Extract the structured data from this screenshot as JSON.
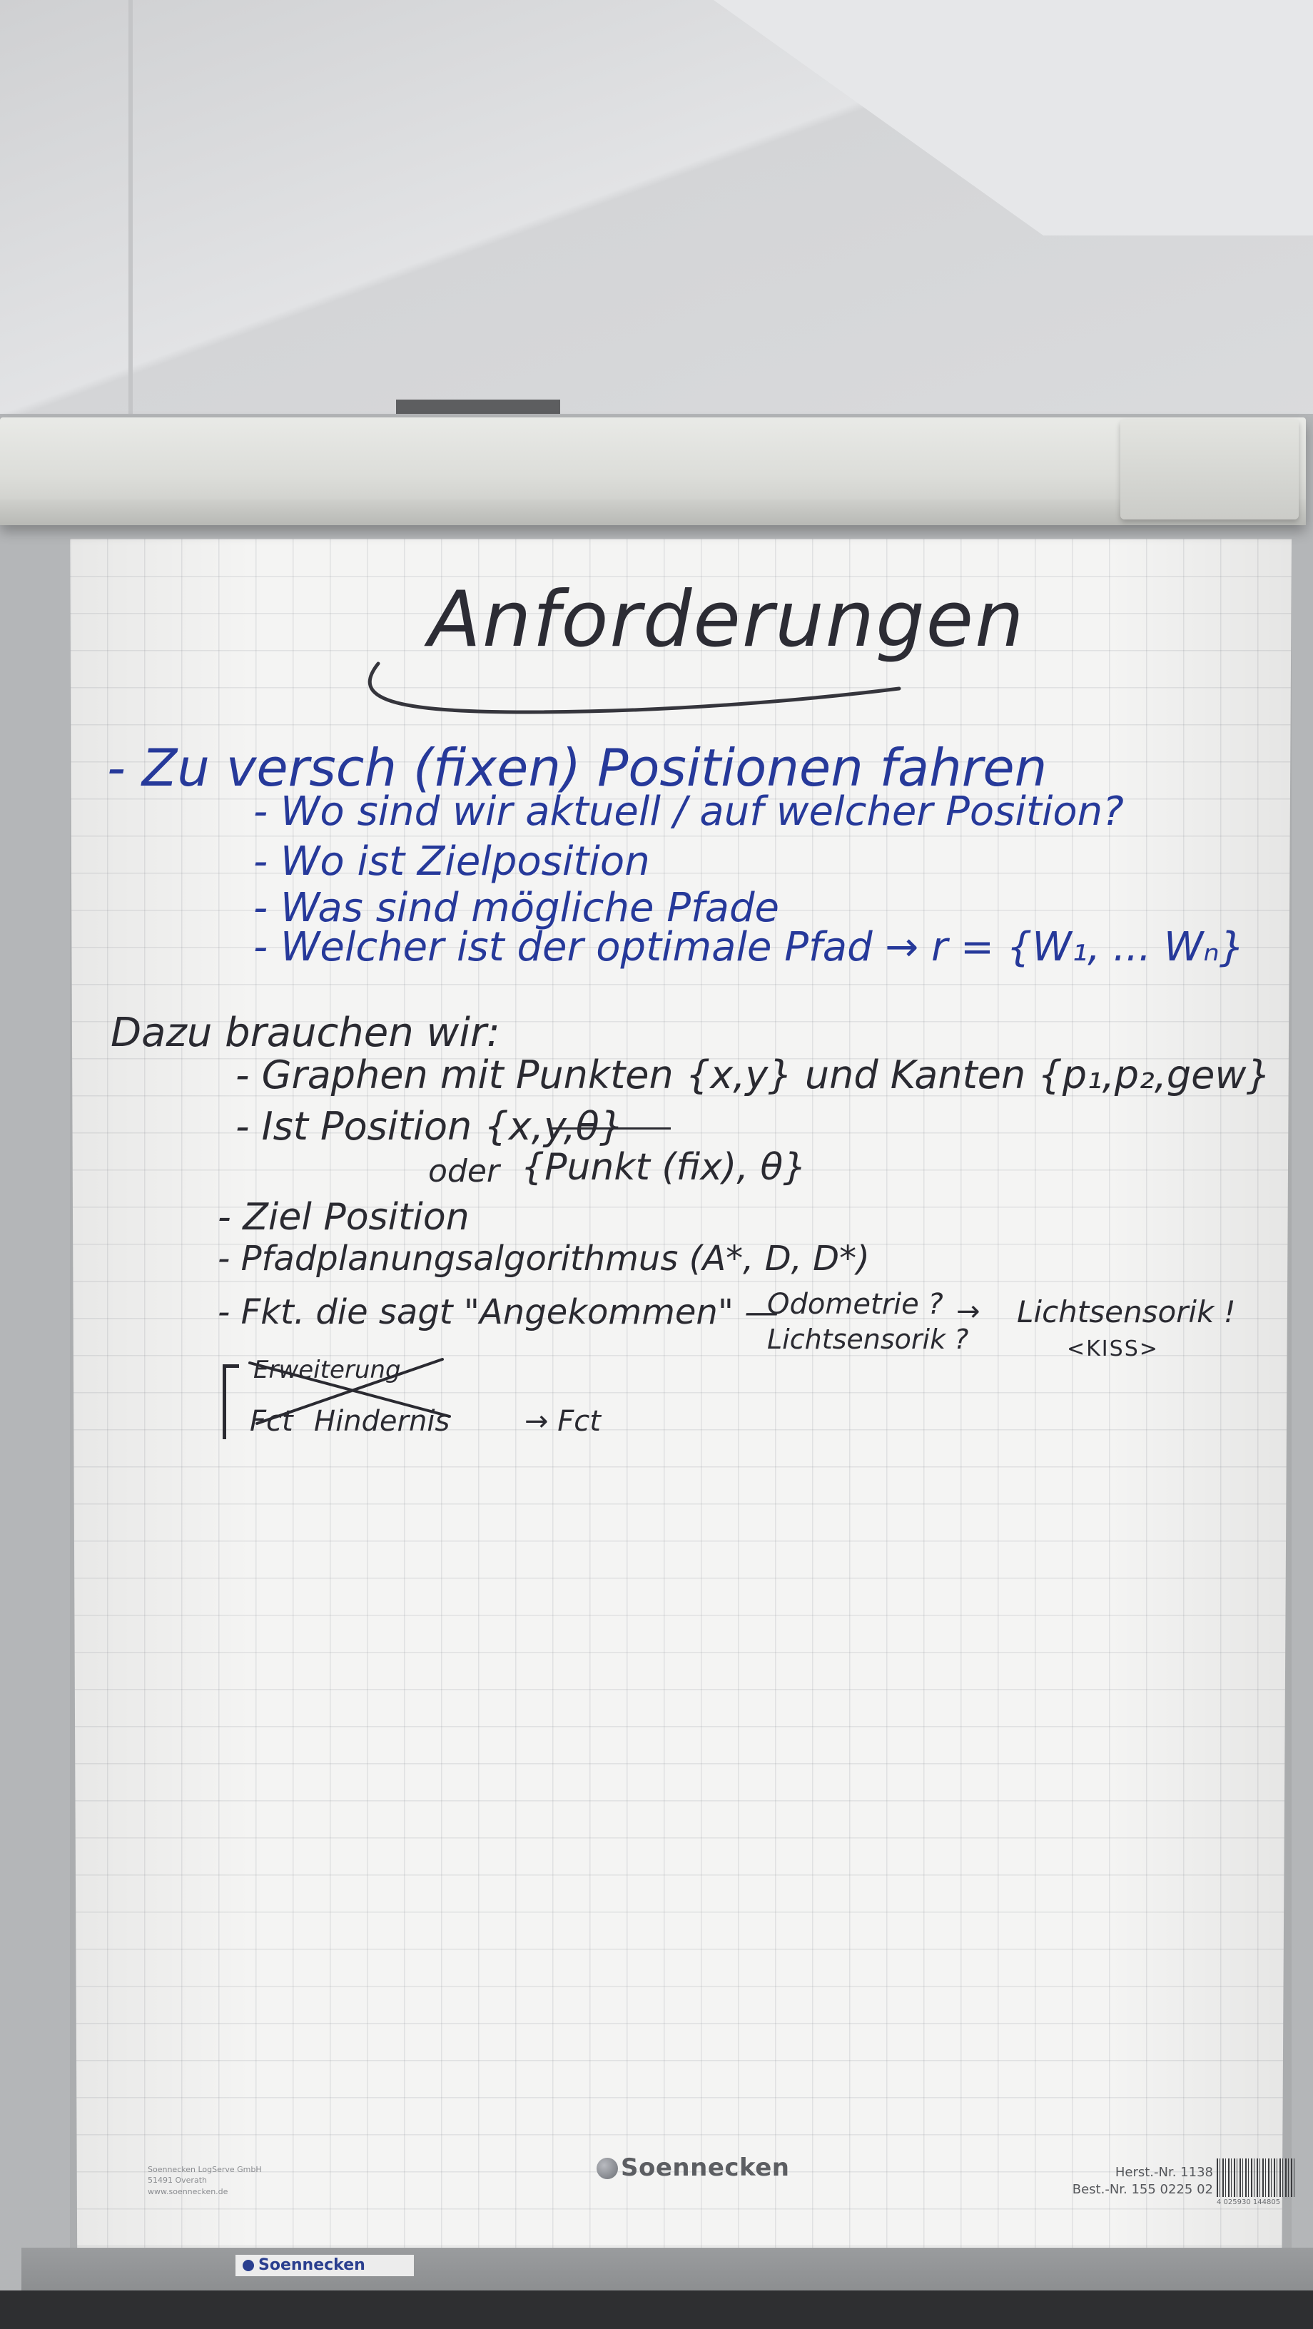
{
  "flipchart": {
    "title": "Anforderungen",
    "blue_section": {
      "heading": "- Zu versch (fixen) Positionen fahren",
      "items": [
        "- Wo sind wir aktuell / auf welcher Position?",
        "- Wo ist Zielposition",
        "- Was sind mögliche Pfade",
        "- Welcher ist der optimale Pfad → r = {W₁, ... Wₙ}"
      ]
    },
    "black_section": {
      "heading": "Dazu brauchen wir:",
      "graph_item": "- Graphen mit Punkten {x,y} und Kanten {p₁,p₂,gew}",
      "ist_position": "- Ist Position {x,y,θ}",
      "oder": "oder",
      "ist_position_alt": "{Punkt (fix), θ}",
      "ziel_position": "- Ziel Position",
      "pfadplanung": "- Pfadplanungsalgorithmus (A*, D, D*)",
      "fkt": "- Fkt. die sagt \"Angekommen\" —",
      "odometrie": "Odometrie ?",
      "lichtsensorik_q": "Lichtsensorik ?",
      "arrow": "→",
      "lichtsensorik_ex": "Lichtsensorik !",
      "kiss": "<KISS>"
    },
    "crossed_section": {
      "erweiterung": "Erweiterung",
      "fct": "Fct",
      "hindernis": "Hindernis",
      "arrow_fct": "→ Fct"
    }
  },
  "paper_footer": {
    "brand": "Soennecken",
    "company_lines": [
      "Soennecken LogServe GmbH",
      "51491 Overath",
      "www.soennecken.de"
    ],
    "herst_nr": "Herst.-Nr. 1138",
    "best_nr": "Best.-Nr. 155 0225 02",
    "barcode_number": "4 025930 144805",
    "tab_label": "Soennecken"
  },
  "colors": {
    "blue_ink": "#26399a",
    "black_ink": "#2a2a31",
    "paper": "#f4f4f3"
  }
}
